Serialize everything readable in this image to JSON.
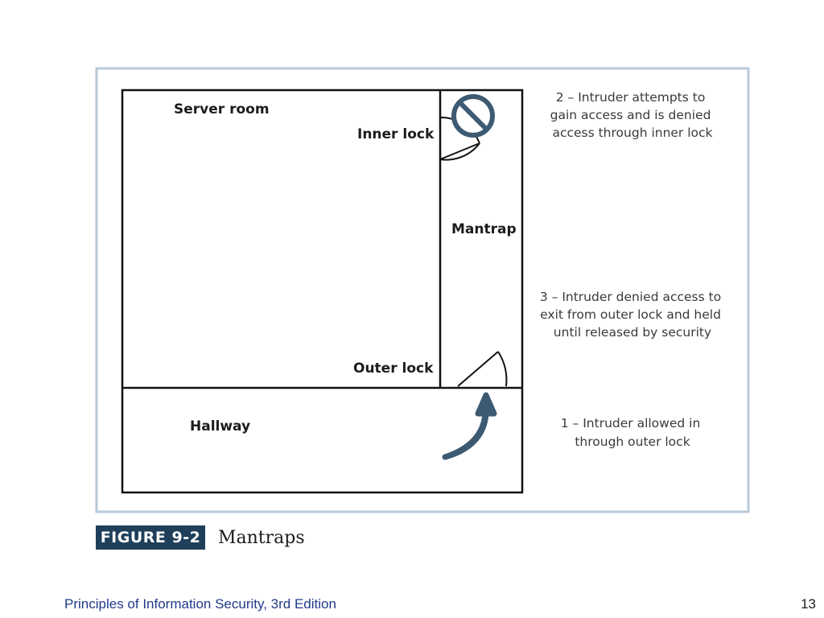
{
  "diagram": {
    "labels": {
      "server_room": "Server room",
      "inner_lock": "Inner lock",
      "mantrap": "Mantrap",
      "outer_lock": "Outer lock",
      "hallway": "Hallway"
    },
    "notes": {
      "step2": [
        "2 – Intruder attempts to",
        "gain access and is denied",
        "access through inner lock"
      ],
      "step3": [
        "3 – Intruder denied access to",
        "exit from outer lock and held",
        "until released by security"
      ],
      "step1": [
        "1 – Intruder allowed in",
        "through outer lock"
      ]
    },
    "icons": {
      "denied": "no-entry-icon",
      "entry_arrow": "curved-arrow-up-icon"
    },
    "colors": {
      "frame_border": "#b9cad9",
      "walls": "#111111",
      "accent": "#3d5a73",
      "badge": "#1f3f5b"
    }
  },
  "caption": {
    "figure_label": "FIGURE 9-2",
    "title": "Mantraps"
  },
  "footer": {
    "book_title": "Principles of Information Security, 3rd Edition",
    "page_number": "13"
  }
}
